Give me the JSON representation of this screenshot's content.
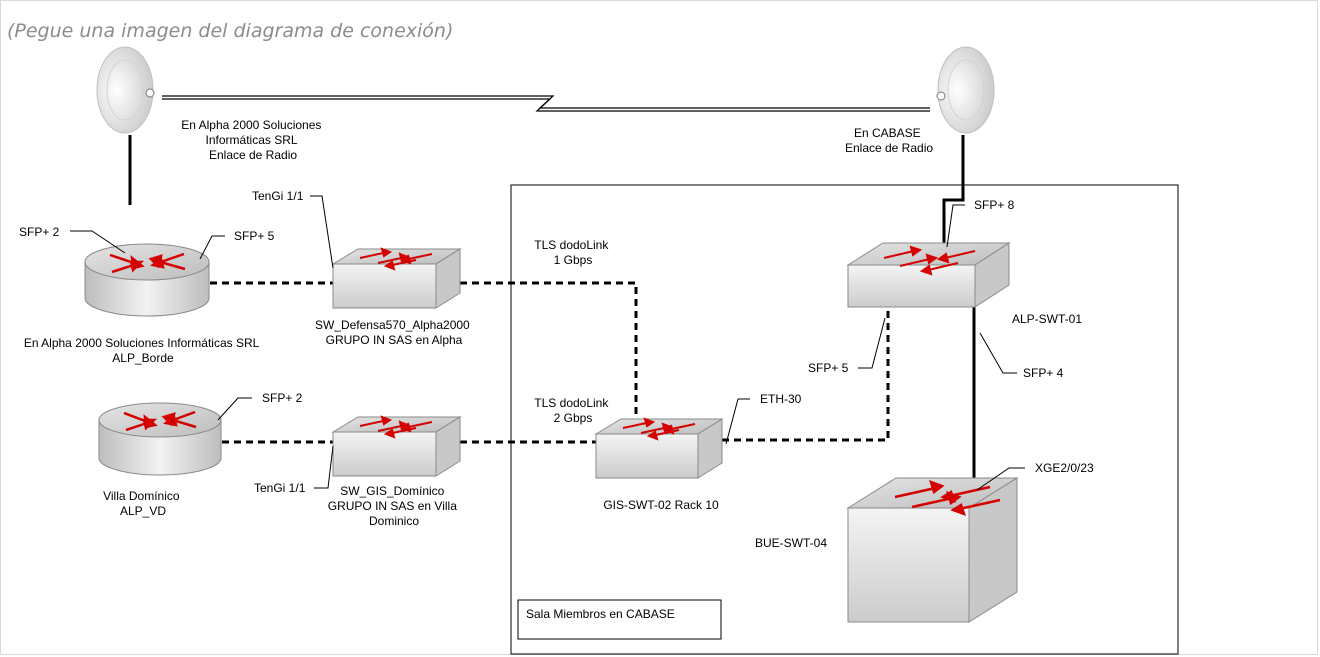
{
  "caption": "(Pegue una imagen del diagrama de conexión)",
  "room": {
    "label": "Sala Miembros en CABASE"
  },
  "antennas": {
    "left": {
      "lines": [
        "En Alpha 2000 Soluciones",
        "Informáticas SRL",
        "Enlace de Radio"
      ]
    },
    "right": {
      "lines": [
        "En CABASE",
        "Enlace de Radio"
      ]
    }
  },
  "routers": {
    "borde": {
      "lines": [
        "En Alpha 2000 Soluciones Informáticas SRL",
        "ALP_Borde"
      ]
    },
    "vd": {
      "lines": [
        "Villa Domínico",
        "ALP_VD"
      ]
    }
  },
  "switches": {
    "defensa": {
      "lines": [
        "SW_Defensa570_Alpha2000",
        "GRUPO IN SAS en Alpha"
      ]
    },
    "gis_dominico": {
      "lines": [
        "SW_GIS_Domínico",
        "GRUPO IN SAS en Villa",
        "Dominico"
      ]
    },
    "gis_swt02": {
      "lines": [
        "GIS-SWT-02 Rack 10"
      ]
    },
    "alp_swt01": {
      "lines": [
        "ALP-SWT-01"
      ]
    },
    "bue_swt04": {
      "lines": [
        "BUE-SWT-04"
      ]
    }
  },
  "links": {
    "tls1": [
      "TLS dodoLink",
      "1 Gbps"
    ],
    "tls2": [
      "TLS dodoLink",
      "2 Gbps"
    ]
  },
  "ports": {
    "borde_left": "SFP+ 2",
    "borde_right": "SFP+ 5",
    "defensa": "TenGi 1/1",
    "vd": "SFP+ 2",
    "gis_dominico": "TenGi 1/1",
    "gis_swt02": "ETH-30",
    "alp_top": "SFP+ 8",
    "alp_left": "SFP+ 5",
    "alp_right": "SFP+ 4",
    "bue": "XGE2/0/23"
  }
}
